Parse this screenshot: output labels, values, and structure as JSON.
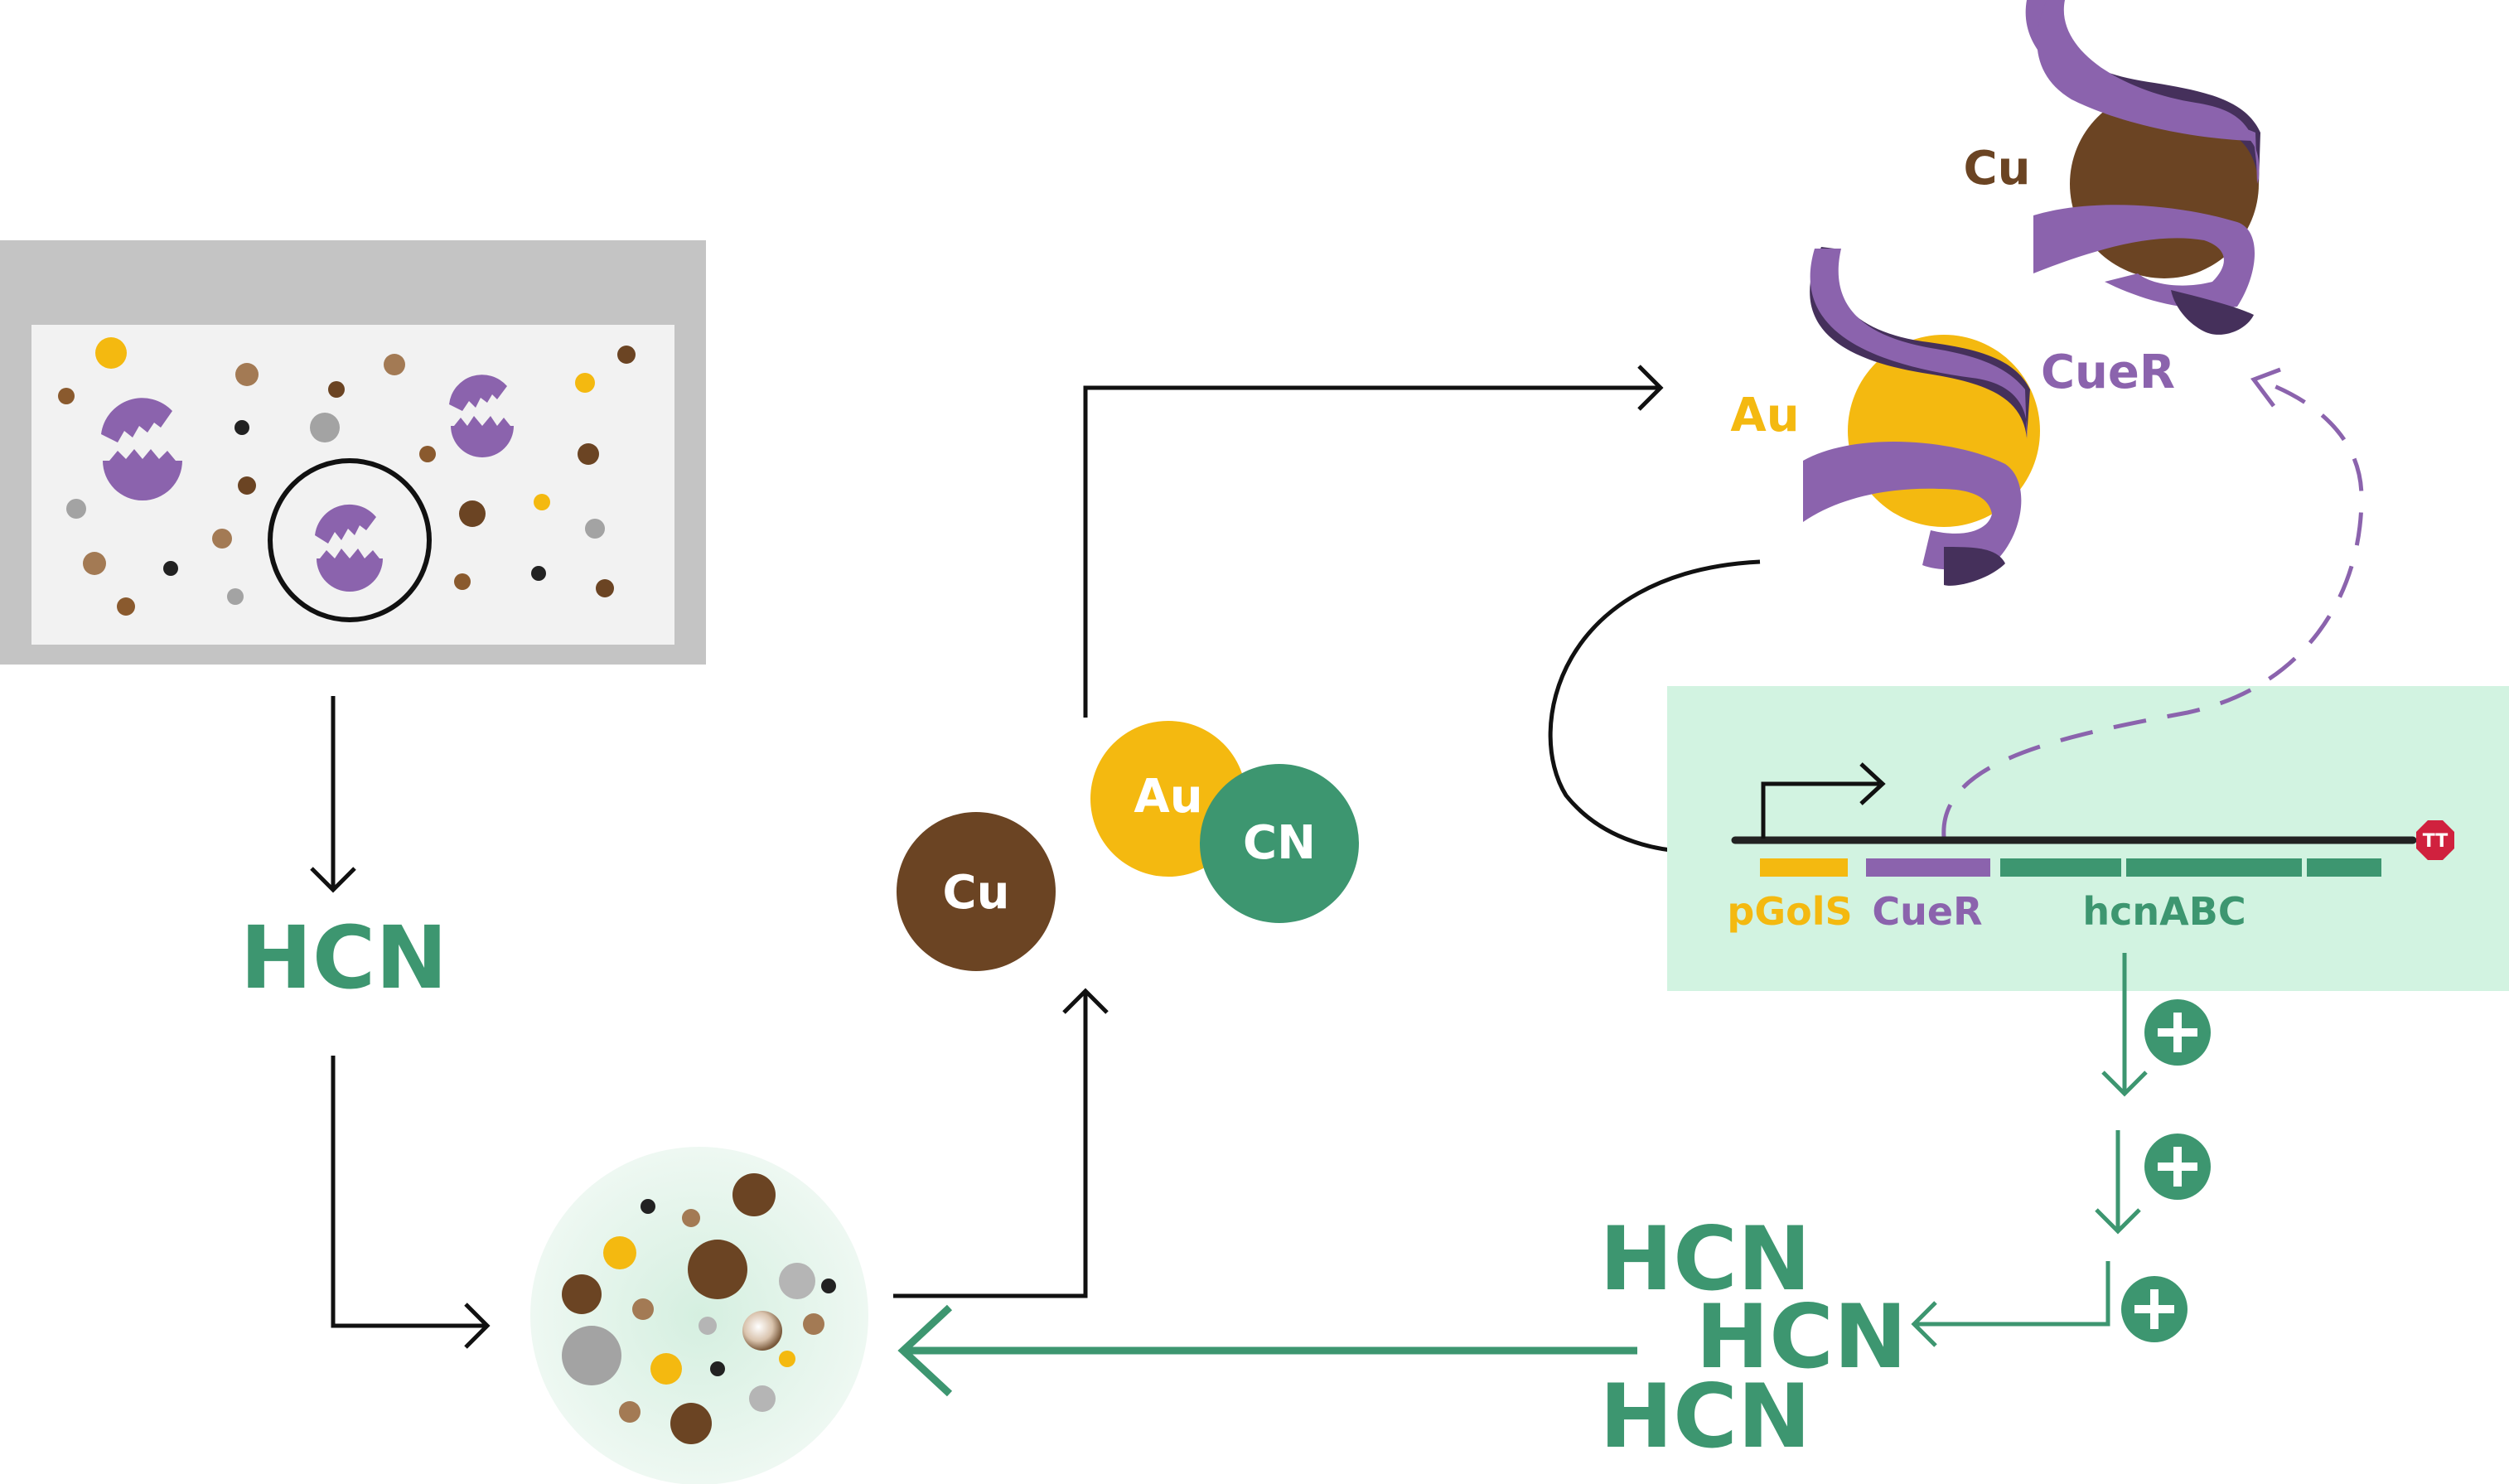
{
  "colors": {
    "green": "#3d9670",
    "green_bg": "#d2f3e1",
    "gold": "#f4b910",
    "purple": "#8b63ad",
    "dark_purple": "#45305b",
    "brown": "#6b4423",
    "light_brown": "#a37a54",
    "gray": "#a3a3a3",
    "black": "#111111",
    "terminator_red": "#d0213e"
  },
  "labels": {
    "hcn_main": "HCN",
    "cu_ion": "Cu",
    "au_ion": "Au",
    "cn_ion": "CN",
    "au_protein": "Au",
    "cu_protein": "Cu",
    "cuer_protein": "CueR",
    "gene_pgols": "pGolS",
    "gene_cuer": "CueR",
    "gene_hcnabc": "hcnABC",
    "terminator": "TT",
    "hcn_out_1": "HCN",
    "hcn_out_2": "HCN",
    "hcn_out_3": "HCN"
  },
  "icons": {
    "plus": "plus-circle-icon",
    "promoter": "promoter-arrow-icon",
    "terminator": "terminator-icon"
  }
}
